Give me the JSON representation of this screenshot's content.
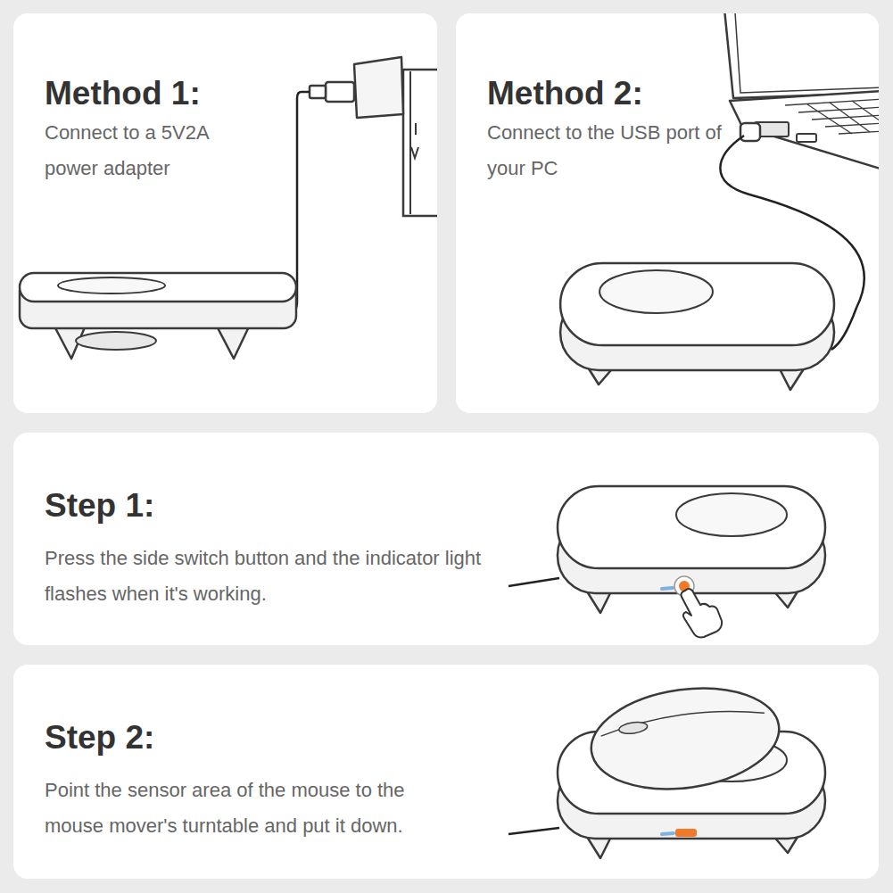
{
  "diagram": {
    "nodes": [
      {
        "text": [
          "Method 1:",
          "Connect to a 5V2A power adapter"
        ]
      },
      {
        "text": [
          "Method 2:",
          "Connect to the USB port of your PC"
        ]
      },
      {
        "text": [
          "Step 1:",
          "Press the side switch button and the indicator light flashes when it's working."
        ]
      },
      {
        "text": [
          "Step 2:",
          "Point the sensor area of the mouse to the mouse mover's turntable and put it down."
        ]
      }
    ]
  }
}
